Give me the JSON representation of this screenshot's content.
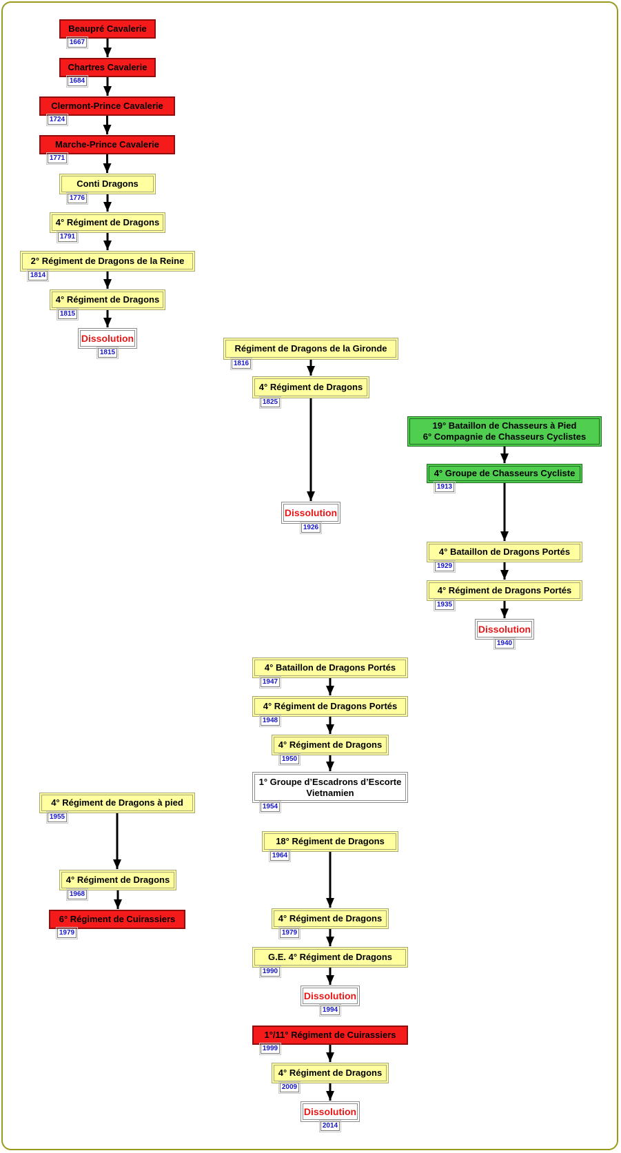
{
  "colors": {
    "frame": "#9a9a1e",
    "red": "#f51b1b",
    "yellow": "#ffffa0",
    "green": "#4fce4f",
    "year_text": "#1515c8",
    "dissolution_text": "#e81717"
  },
  "lineages": [
    {
      "units": [
        {
          "label": "Beaupré Cavalerie",
          "year": "1667",
          "style": "red"
        },
        {
          "label": "Chartres Cavalerie",
          "year": "1684",
          "style": "red"
        },
        {
          "label": "Clermont-Prince Cavalerie",
          "year": "1724",
          "style": "red"
        },
        {
          "label": "Marche-Prince Cavalerie",
          "year": "1771",
          "style": "red"
        },
        {
          "label": "Conti Dragons",
          "year": "1776",
          "style": "yellow"
        },
        {
          "label": "4° Régiment de Dragons",
          "year": "1791",
          "style": "yellow"
        },
        {
          "label": "2° Régiment de Dragons de la Reine",
          "year": "1814",
          "style": "yellow"
        },
        {
          "label": "4° Régiment de Dragons",
          "year": "1815",
          "style": "yellow"
        },
        {
          "label": "Dissolution",
          "year": "1815",
          "style": "dissolution"
        }
      ]
    },
    {
      "units": [
        {
          "label": "Régiment de Dragons de la Gironde",
          "year": "1816",
          "style": "yellow"
        },
        {
          "label": "4° Régiment de Dragons",
          "year": "1825",
          "style": "yellow"
        },
        {
          "label": "Dissolution",
          "year": "1926",
          "style": "dissolution"
        }
      ]
    },
    {
      "units": [
        {
          "label": "19° Bataillon de Chasseurs à Pied\n6° Compagnie de Chasseurs Cyclistes",
          "year": "",
          "style": "green"
        },
        {
          "label": "4° Groupe de Chasseurs Cycliste",
          "year": "1913",
          "style": "green"
        },
        {
          "label": "4° Bataillon de Dragons Portés",
          "year": "1929",
          "style": "yellow"
        },
        {
          "label": "4° Régiment de Dragons Portés",
          "year": "1935",
          "style": "yellow"
        },
        {
          "label": "Dissolution",
          "year": "1940",
          "style": "dissolution"
        }
      ]
    },
    {
      "units": [
        {
          "label": "4° Bataillon de Dragons Portés",
          "year": "1947",
          "style": "yellow"
        },
        {
          "label": "4° Régiment de Dragons Portés",
          "year": "1948",
          "style": "yellow"
        },
        {
          "label": "4° Régiment de Dragons",
          "year": "1950",
          "style": "yellow"
        },
        {
          "label": "1° Groupe d’Escadrons d’Escorte\nVietnamien",
          "year": "1954",
          "style": "white"
        }
      ]
    },
    {
      "units": [
        {
          "label": "4° Régiment de Dragons à pied",
          "year": "1955",
          "style": "yellow"
        },
        {
          "label": "4° Régiment de Dragons",
          "year": "1968",
          "style": "yellow"
        },
        {
          "label": "6° Régiment de Cuirassiers",
          "year": "1979",
          "style": "red"
        }
      ]
    },
    {
      "units": [
        {
          "label": "18° Régiment de Dragons",
          "year": "1964",
          "style": "yellow"
        },
        {
          "label": "4° Régiment de Dragons",
          "year": "1979",
          "style": "yellow"
        },
        {
          "label": "G.E. 4° Régiment de Dragons",
          "year": "1990",
          "style": "yellow"
        },
        {
          "label": "Dissolution",
          "year": "1994",
          "style": "dissolution"
        }
      ]
    },
    {
      "units": [
        {
          "label": "1°/11° Régiment de Cuirassiers",
          "year": "1999",
          "style": "red"
        },
        {
          "label": "4° Régiment de Dragons",
          "year": "2009",
          "style": "yellow"
        },
        {
          "label": "Dissolution",
          "year": "2014",
          "style": "dissolution"
        }
      ]
    }
  ]
}
